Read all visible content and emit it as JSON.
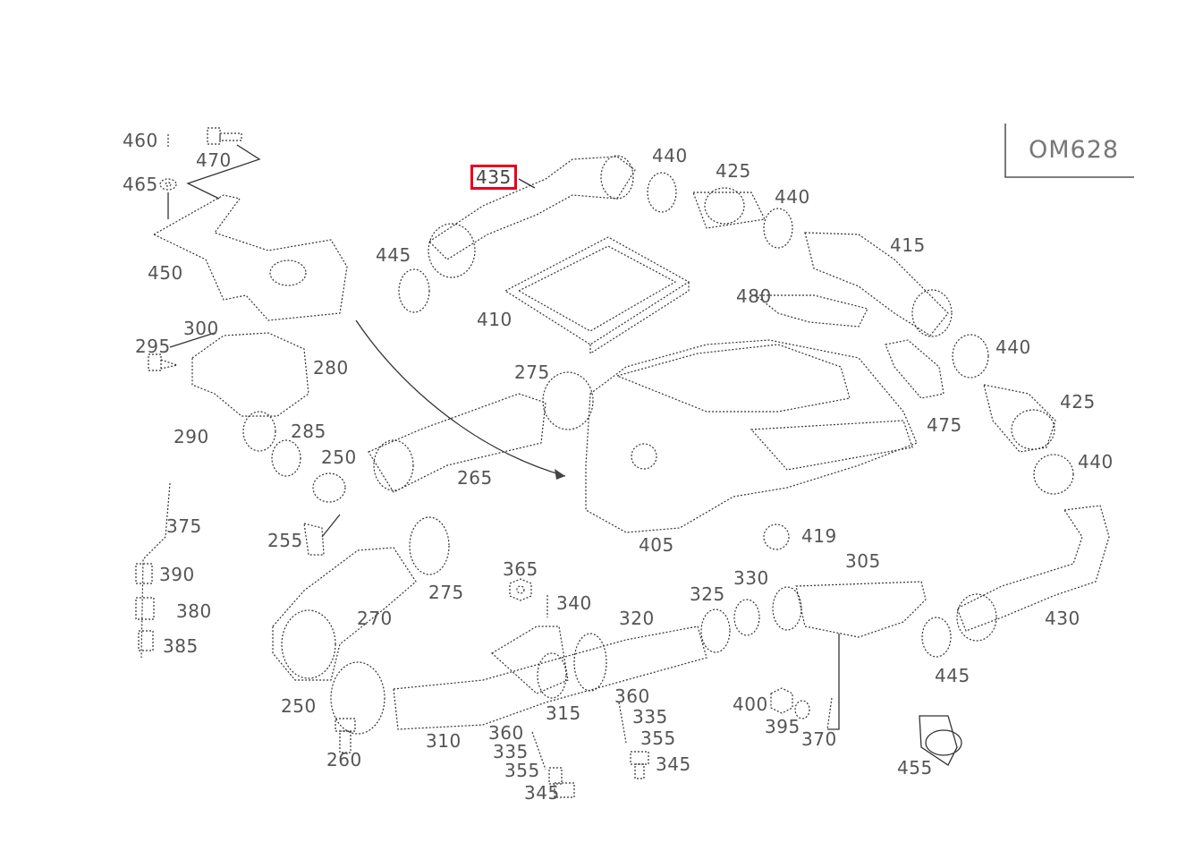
{
  "engine_code": "OM628",
  "highlighted_part": "435",
  "callouts": {
    "c460": "460",
    "c470": "470",
    "c465": "465",
    "c450": "450",
    "c435": "435",
    "c440a": "440",
    "c425a": "425",
    "c440b": "440",
    "c415": "415",
    "c445a": "445",
    "c410": "410",
    "c480": "480",
    "c300": "300",
    "c295": "295",
    "c280": "280",
    "c290": "290",
    "c285": "285",
    "c275a": "275",
    "c440c": "440",
    "c425b": "425",
    "c475": "475",
    "c440d": "440",
    "c250a": "250",
    "c265": "265",
    "c375": "375",
    "c255": "255",
    "c405": "405",
    "c419": "419",
    "c305": "305",
    "c390": "390",
    "c380": "380",
    "c385": "385",
    "c275b": "275",
    "c270": "270",
    "c365": "365",
    "c340": "340",
    "c330": "330",
    "c325": "325",
    "c320": "320",
    "c430": "430",
    "c445b": "445",
    "c250b": "250",
    "c260": "260",
    "c310": "310",
    "c315": "315",
    "c360a": "360",
    "c335a": "335",
    "c355a": "355",
    "c400": "400",
    "c395": "395",
    "c370": "370",
    "c455": "455",
    "c360b": "360",
    "c335b": "335",
    "c355b": "355",
    "c345a": "345",
    "c345b": "345"
  },
  "icons": [
    "bolt-icon",
    "washer-icon",
    "nut-icon",
    "clip-icon",
    "mercedes-star-logo"
  ]
}
